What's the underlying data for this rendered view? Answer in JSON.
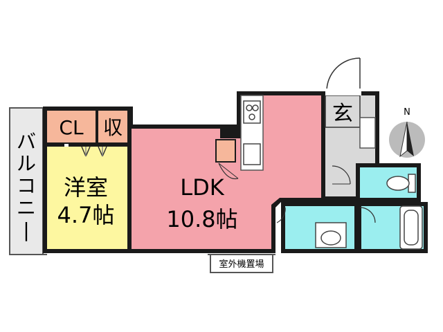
{
  "rooms": {
    "balcony": "バルコニー",
    "closet": "CL",
    "storage": "収",
    "western": {
      "name": "洋室",
      "size": "4.7帖"
    },
    "ldk": {
      "name": "LDK",
      "size": "10.8帖"
    },
    "entrance": "玄",
    "ac_unit": "室外機置場"
  },
  "compass": "N",
  "colors": {
    "wall": "#1a1a1a",
    "ldk": "#f4a3ab",
    "western": "#fdf7a0",
    "closet": "#f6b79b",
    "water": "#9beeef",
    "floor_gray": "#d9d9d9",
    "balcony": "#e9e9e9"
  }
}
